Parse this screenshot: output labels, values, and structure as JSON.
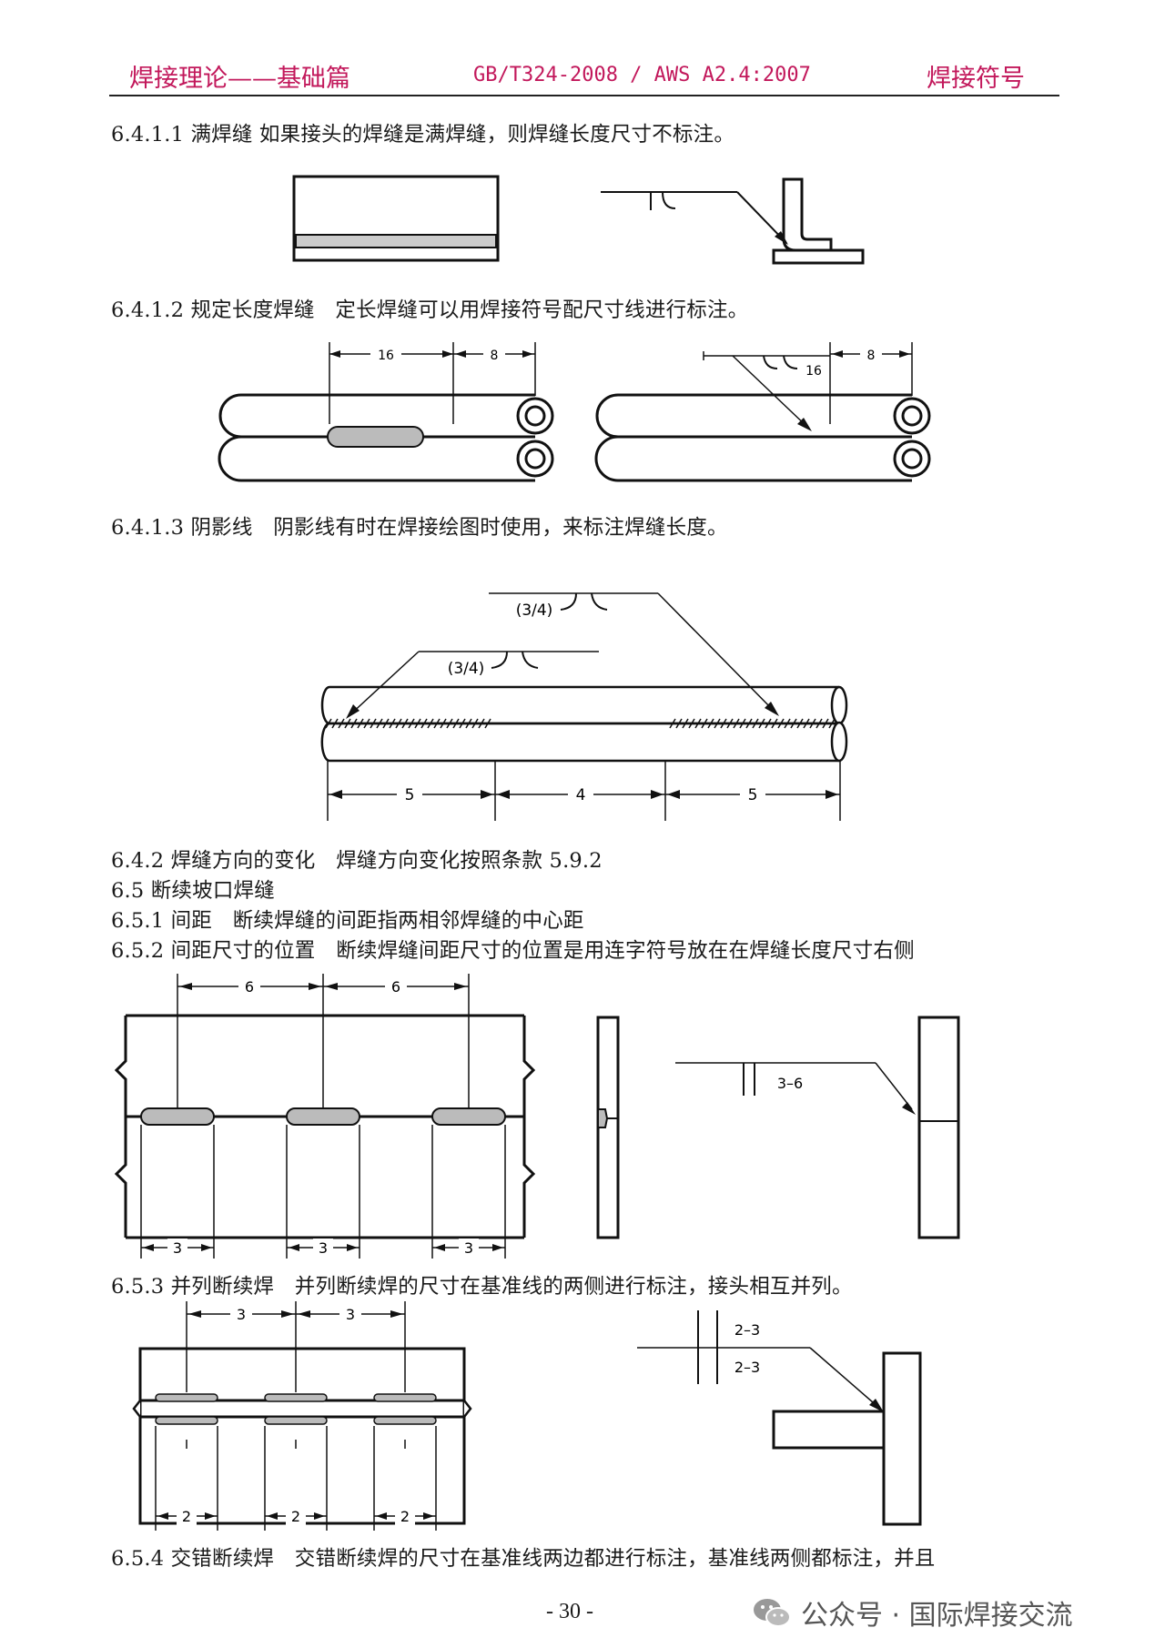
{
  "header": {
    "left": "焊接理论——基础篇",
    "center": "GB/T324-2008 / AWS A2.4:2007",
    "right": "焊接符号"
  },
  "paragraphs": [
    "6.4.1.1 满焊缝 如果接头的焊缝是满焊缝，则焊缝长度尺寸不标注。",
    "6.4.1.2 规定长度焊缝　定长焊缝可以用焊接符号配尺寸线进行标注。",
    "6.4.1.3 阴影线　阴影线有时在焊接绘图时使用，来标注焊缝长度。",
    "6.4.2 焊缝方向的变化　焊缝方向变化按照条款 5.9.2",
    "6.5 断续坡口焊缝",
    "6.5.1 间距　断续焊缝的间距指两相邻焊缝的中心距",
    "6.5.2 间距尺寸的位置　断续焊缝间距尺寸的位置是用连字符号放在在焊缝长度尺寸右侧",
    "6.5.3 并列断续焊　并列断续焊的尺寸在基准线的两侧进行标注，接头相互并列。",
    "6.5.4 交错断续焊　交错断续焊的尺寸在基准线两边都进行标注，基准线两侧都标注，并且"
  ],
  "fig2": {
    "dim_a": "16",
    "dim_b": "8",
    "sym_len": "16",
    "sym_dim": "8"
  },
  "fig3": {
    "sym_top": "(3/4)",
    "sym_bottom": "(3/4)",
    "dims": [
      "5",
      "4",
      "5"
    ]
  },
  "fig4": {
    "pitch": [
      "6",
      "6"
    ],
    "lengths": [
      "3",
      "3",
      "3"
    ],
    "symbol": "3–6"
  },
  "fig5": {
    "pitch": [
      "3",
      "3"
    ],
    "lengths": [
      "2",
      "2",
      "2"
    ],
    "symbol_top": "2–3",
    "symbol_bottom": "2–3"
  },
  "footer": {
    "page_number": "- 30 -",
    "watermark": "公众号 · 国际焊接交流"
  }
}
